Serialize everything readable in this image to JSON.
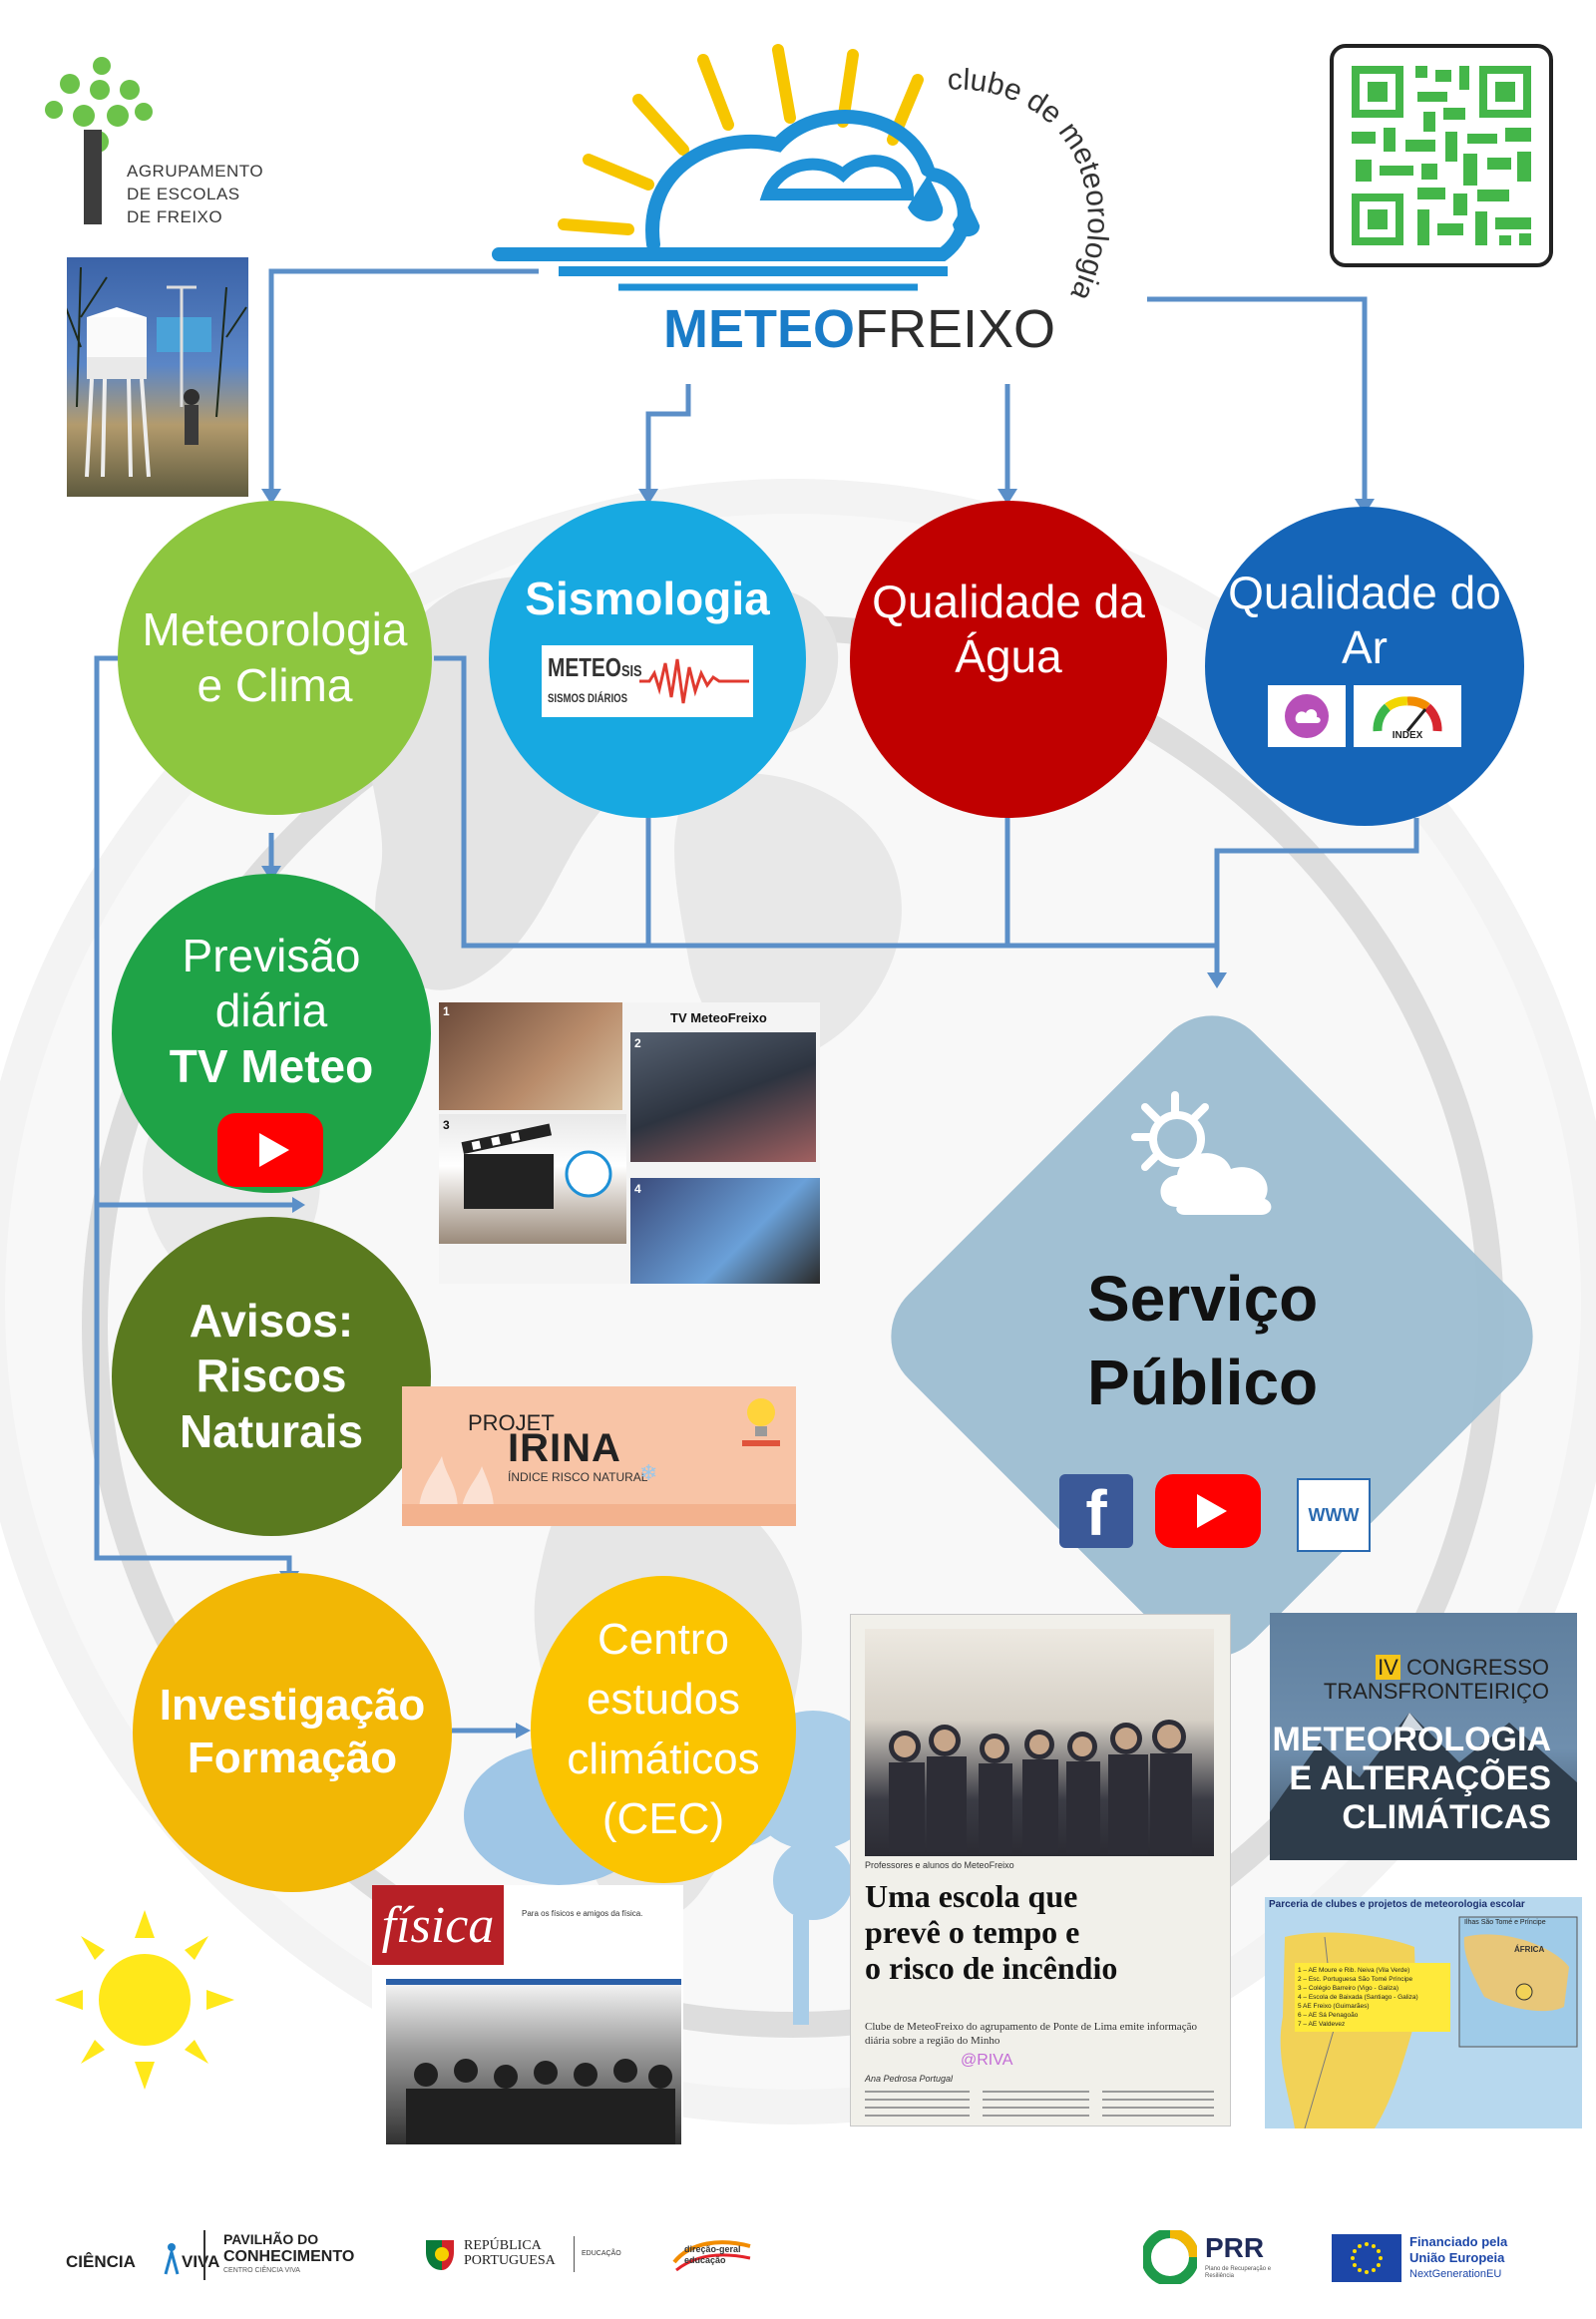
{
  "org": {
    "name_lines": [
      "AGRUPAMENTO",
      "DE ESCOLAS",
      "DE FREIXO"
    ]
  },
  "logo": {
    "brand_bold": "METEO",
    "brand_thin": "FREIXO",
    "arc_text": "clube de meteorologia"
  },
  "nodes": {
    "meteo": {
      "lines": [
        "Meteorologia",
        "e Clima"
      ],
      "color": "#8dc63f"
    },
    "sismo": {
      "title": "Sismologia",
      "badge_big": "METEO",
      "badge_small": "SIS",
      "badge_sub": "SISMOS DIÁRIOS",
      "color": "#17a9e1"
    },
    "agua": {
      "lines": [
        "Qualidade da",
        "Água"
      ],
      "color": "#c00000"
    },
    "ar": {
      "lines": [
        "Qualidade do",
        "Ar"
      ],
      "badge_text": "INDEX",
      "color": "#1565b8"
    },
    "previsao": {
      "lines": [
        "Previsão",
        "diária",
        "TV Meteo"
      ],
      "color": "#1fa347"
    },
    "avisos": {
      "lines": [
        "Avisos:",
        "Riscos",
        "Naturais"
      ],
      "color": "#5a7a1f"
    },
    "invest": {
      "lines": [
        "Investigação",
        "Formação"
      ],
      "color": "#f2b705"
    },
    "cec": {
      "lines": [
        "Centro",
        "estudos",
        "climáticos",
        "(CEC)"
      ],
      "color": "#fbc400"
    }
  },
  "servico": {
    "lines": [
      "Serviço",
      "Público"
    ],
    "social": [
      "facebook-icon",
      "youtube-icon",
      "www-icon"
    ],
    "www_label": "WWW"
  },
  "tv": {
    "title": "TV MeteoFreixo",
    "panel_numbers": [
      "1",
      "2",
      "3",
      "4"
    ]
  },
  "irina": {
    "prefix": "PROJET",
    "name": "IRINA",
    "subtitle": "ÍNDICE RISCO NATURAL"
  },
  "congresso": {
    "line1_roman": "IV",
    "line1_rest": " CONGRESSO",
    "line2": "TRANSFRONTEIRIÇO",
    "big_lines": [
      "METEOROLOGIA",
      "E ALTERAÇÕES",
      "CLIMÁTICAS"
    ]
  },
  "newspaper": {
    "caption": "Professores e alunos do MeteoFreixo",
    "headline_lines": [
      "Uma escola que",
      "prevê o tempo e",
      "o risco de incêndio"
    ],
    "lead": "Clube de MeteoFreixo do agrupamento de Ponte de Lima emite informação diária sobre a região do Minho",
    "watermark": "@RIVA",
    "author": "Ana Pedrosa Portugal"
  },
  "fisica": {
    "logo": "física",
    "tagline": "Para os físicos e amigos da física."
  },
  "map": {
    "title": "Parceria de clubes e projetos de meteorologia escolar",
    "legend": [
      "1 – AE Moure e Rib. Neiva (Vila Verde)",
      "2 – Esc. Portuguesa São Tomé Príncipe",
      "3 – Colégio Barreiro (Vigo - Galiza)",
      "4 – Escola de Baixada (Santiago - Galiza)",
      "5 AE Freixo (Guimarães)",
      "6 – AE Sá Penagoão",
      "7 – AE Valdevez"
    ],
    "inset_label": "Ilhas São Tomé e Príncipe",
    "africa": "ÁFRICA"
  },
  "footer": {
    "ciencia": "CIÊNCIA",
    "viva": "VIVA",
    "pavilhao_l1": "PAVILHÃO DO",
    "pavilhao_l2": "CONHECIMENTO",
    "pavilhao_l3": "CENTRO CIÊNCIA VIVA",
    "republica_l1": "REPÚBLICA",
    "republica_l2": "PORTUGUESA",
    "educacao": "EDUCAÇÃO",
    "dge_l1": "direção-geral",
    "dge_l2": "educação",
    "prr": "PRR",
    "prr_sub": "Plano de Recuperação e Resiliência",
    "eu_l1": "Financiado pela",
    "eu_l2": "União Europeia",
    "eu_l3": "NextGenerationEU"
  }
}
